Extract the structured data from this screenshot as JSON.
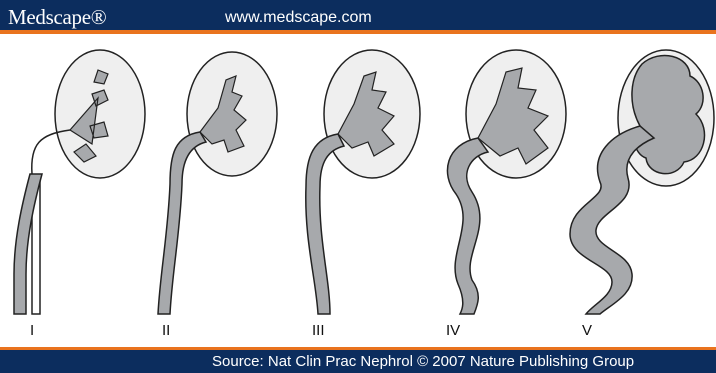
{
  "header": {
    "brand": "Medscape®",
    "url": "www.medscape.com",
    "bar_color": "#0c2d5e",
    "accent_color": "#e9731e"
  },
  "diagram": {
    "grades": [
      "I",
      "II",
      "III",
      "IV",
      "V"
    ],
    "fill_color": "#a7a9ac",
    "kidney_color": "#efefef"
  },
  "footer": {
    "source": "Source: Nat Clin Prac Nephrol © 2007 Nature Publishing Group"
  }
}
